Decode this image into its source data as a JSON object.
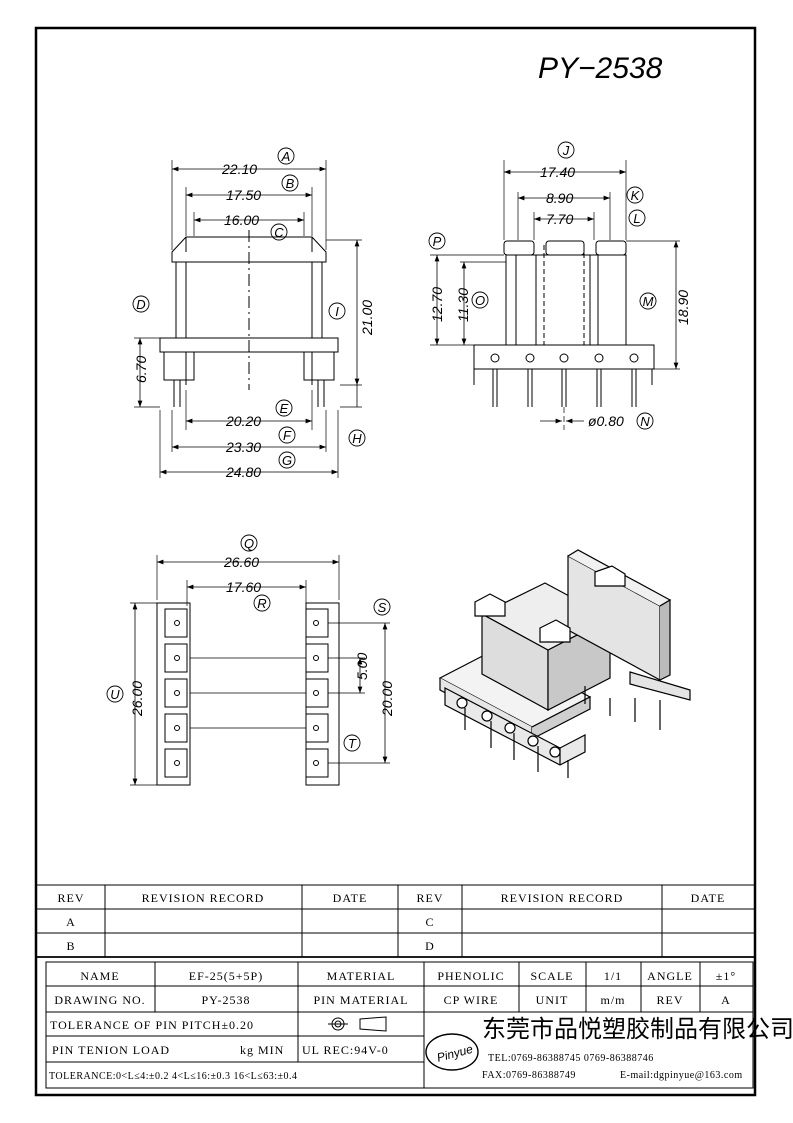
{
  "title": "PY−2538",
  "front_view": {
    "dims": [
      "22.10",
      "17.50",
      "16.00",
      "21.00",
      "6.70",
      "20.20",
      "23.30",
      "24.80"
    ],
    "labels": [
      "A",
      "B",
      "C",
      "D",
      "I",
      "E",
      "F",
      "G",
      "H"
    ]
  },
  "side_view": {
    "dims": [
      "17.40",
      "8.90",
      "7.70",
      "12.70",
      "11.30",
      "18.90",
      "ø0.80"
    ],
    "labels": [
      "J",
      "K",
      "L",
      "P",
      "O",
      "M",
      "N"
    ]
  },
  "bottom_view": {
    "dims": [
      "26.60",
      "17.60",
      "26.00",
      "5.00",
      "20.00"
    ],
    "labels": [
      "Q",
      "R",
      "S",
      "U",
      "T"
    ]
  },
  "revision_table": {
    "headers": [
      "REV",
      "REVISION RECORD",
      "DATE",
      "REV",
      "REVISION RECORD",
      "DATE"
    ],
    "rows": [
      [
        "A",
        "",
        "",
        "C",
        "",
        ""
      ],
      [
        "B",
        "",
        "",
        "D",
        "",
        ""
      ]
    ]
  },
  "title_block": {
    "name_label": "NAME",
    "name_value": "EF-25(5+5P)",
    "material_label": "MATERIAL",
    "material_value": "PHENOLIC",
    "scale_label": "SCALE",
    "scale_value": "1/1",
    "angle_label": "ANGLE",
    "angle_value": "±1°",
    "drawing_no_label": "DRAWING NO.",
    "drawing_no_value": "PY-2538",
    "pin_material_label": "PIN MATERIAL",
    "pin_material_value": "CP WIRE",
    "unit_label": "UNIT",
    "unit_value": "m/m",
    "rev_label": "REV",
    "rev_value": "A",
    "tol_pitch": "TOLERANCE OF PIN PITCH±0.20",
    "pin_tension_label": "PIN TENION LOAD",
    "pin_tension_value": "kg MIN",
    "ul_rec": "UL REC:94V-0",
    "tolerance": "TOLERANCE:0<L≤4:±0.2  4<L≤16:±0.3  16<L≤63:±0.4",
    "company": "东莞市品悦塑胶制品有限公司",
    "tel": "TEL:0769-86388745   0769-86388746",
    "fax": "FAX:0769-86388749",
    "email": "E-mail:dgpinyue@163.com",
    "logo": "Pinyue"
  }
}
